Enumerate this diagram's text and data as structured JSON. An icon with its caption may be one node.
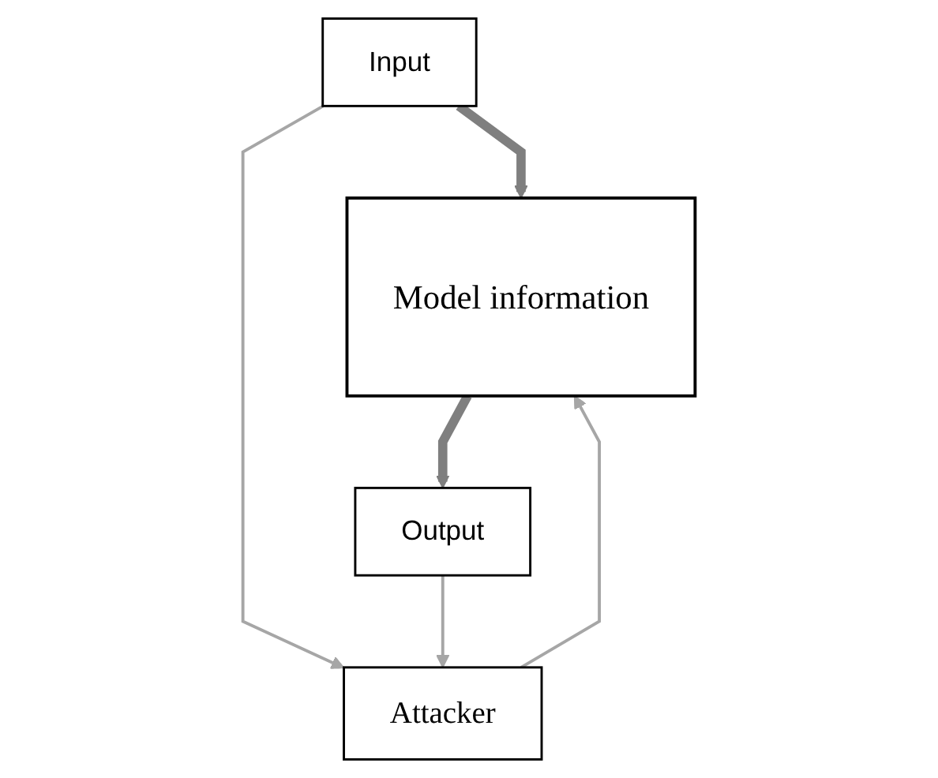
{
  "diagram": {
    "nodes": [
      {
        "text": [
          "Input"
        ]
      },
      {
        "text": [
          "Model information"
        ]
      },
      {
        "text": [
          "Output"
        ]
      },
      {
        "text": [
          "Attacker"
        ]
      }
    ],
    "edges": [
      {
        "from": 0,
        "to": 1,
        "arrow": "to",
        "style": "thick",
        "color": "#7f7f7f"
      },
      {
        "from": 1,
        "to": 2,
        "arrow": "to",
        "style": "thick",
        "color": "#7f7f7f"
      },
      {
        "from": 0,
        "to": 3,
        "arrow": "to"
      },
      {
        "from": 3,
        "to": 1,
        "arrow": "to"
      },
      {
        "from": 2,
        "to": 3,
        "arrow": "to"
      }
    ]
  }
}
